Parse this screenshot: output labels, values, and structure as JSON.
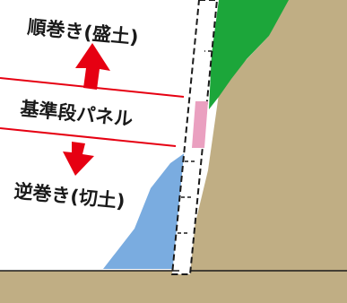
{
  "labels": {
    "top": "順巻き(盛土)",
    "middle": "基準段パネル",
    "bottom": "逆巻き(切土)"
  },
  "colors": {
    "ground": "#c0ae84",
    "vegetation": "#1ca63a",
    "cut_fill": "#7aace0",
    "reference_panel": "#eaa0c0",
    "arrow": "#e60012",
    "divider_line": "#e60012",
    "outline": "#1a1a1a",
    "background": "#ffffff"
  },
  "icons": {
    "up_arrow": "up-arrow-icon",
    "down_arrow": "down-arrow-icon"
  }
}
